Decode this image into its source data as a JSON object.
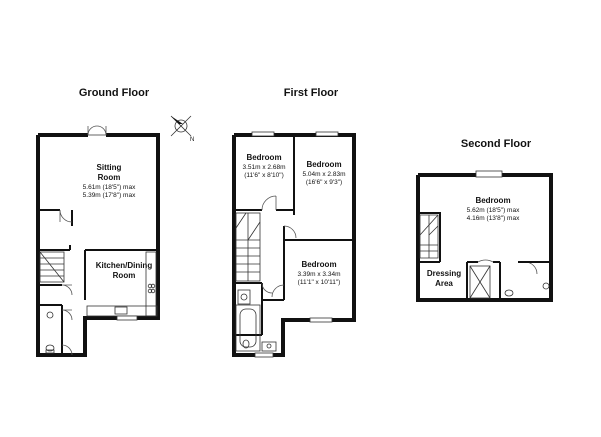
{
  "floors": {
    "ground": {
      "title": "Ground Floor",
      "sitting": {
        "name1": "Sitting",
        "name2": "Room",
        "dim1": "5.61m (18'5\") max",
        "dim2": "5.39m (17'8\") max"
      },
      "kitchen": {
        "name1": "Kitchen/Dining",
        "name2": "Room"
      }
    },
    "first": {
      "title": "First Floor",
      "bed1": {
        "name": "Bedroom",
        "dim1": "3.51m x 2.68m",
        "dim2": "(11'6\" x 8'10\")"
      },
      "bed2": {
        "name": "Bedroom",
        "dim1": "5.04m x 2.83m",
        "dim2": "(16'6\" x 9'3\")"
      },
      "bed3": {
        "name": "Bedroom",
        "dim1": "3.39m x 3.34m",
        "dim2": "(11'1\" x 10'11\")"
      }
    },
    "second": {
      "title": "Second Floor",
      "bed": {
        "name": "Bedroom",
        "dim1": "5.62m (18'5\") max",
        "dim2": "4.16m (13'8\") max"
      },
      "dressing": {
        "name1": "Dressing",
        "name2": "Area"
      }
    }
  },
  "compass": {
    "label": "N"
  }
}
